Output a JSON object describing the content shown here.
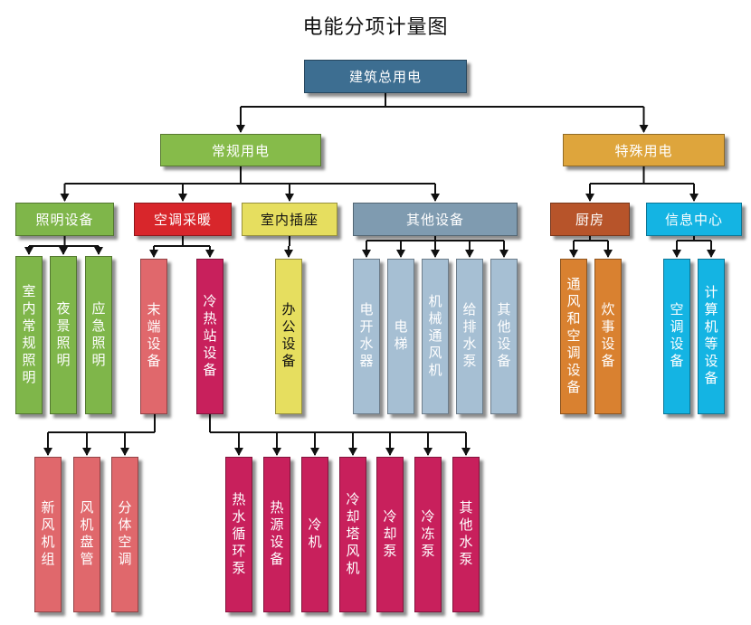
{
  "title": "电能分项计量图",
  "nodes": {
    "root": {
      "label": "建筑总用电",
      "color": "#3d6e91"
    },
    "normal": {
      "label": "常规用电",
      "color": "#86bb4a"
    },
    "special": {
      "label": "特殊用电",
      "color": "#dea53c"
    },
    "lighting": {
      "label": "照明设备",
      "color": "#7fb64a"
    },
    "hvac": {
      "label": "空调采暖",
      "color": "#d8262b"
    },
    "socket": {
      "label": "室内插座",
      "color": "#e6de5f"
    },
    "other_eq": {
      "label": "其他设备",
      "color": "#7f9bb0"
    },
    "kitchen": {
      "label": "厨房",
      "color": "#b7542a"
    },
    "info": {
      "label": "信息中心",
      "color": "#14b4e3"
    },
    "indoor_light": {
      "label": "室内常规照明",
      "color": "#7fb64a"
    },
    "night_light": {
      "label": "夜景照明",
      "color": "#7fb64a"
    },
    "emergency_light": {
      "label": "应急照明",
      "color": "#7fb64a"
    },
    "terminal": {
      "label": "末端设备",
      "color": "#e0686c"
    },
    "cold_heat": {
      "label": "冷热站设备",
      "color": "#c8205c"
    },
    "office": {
      "label": "办公设备",
      "color": "#e6de5f"
    },
    "water_heater": {
      "label": "电开水器",
      "color": "#a6bfd3"
    },
    "elevator": {
      "label": "电梯",
      "color": "#a6bfd3"
    },
    "ventilation": {
      "label": "机械通风机",
      "color": "#a6bfd3"
    },
    "pump": {
      "label": "给排水泵",
      "color": "#a6bfd3"
    },
    "other_dev": {
      "label": "其他设备",
      "color": "#a6bfd3"
    },
    "kitchen_vent": {
      "label": "通风和空调设备",
      "color": "#d98130"
    },
    "cooking": {
      "label": "炊事设备",
      "color": "#d98130"
    },
    "info_ac": {
      "label": "空调设备",
      "color": "#14b4e3"
    },
    "computer": {
      "label": "计算机等设备",
      "color": "#14b4e3"
    },
    "fresh_air": {
      "label": "新风机组",
      "color": "#e0686c"
    },
    "fan_coil": {
      "label": "风机盘管",
      "color": "#e0686c"
    },
    "split_ac": {
      "label": "分体空调",
      "color": "#e0686c"
    },
    "hot_water_pump": {
      "label": "热水循环泵",
      "color": "#c8205c"
    },
    "heat_source": {
      "label": "热源设备",
      "color": "#c8205c"
    },
    "chiller": {
      "label": "冷机",
      "color": "#c8205c"
    },
    "cooling_tower": {
      "label": "冷却塔风机",
      "color": "#c8205c"
    },
    "cooling_pump": {
      "label": "冷却泵",
      "color": "#c8205c"
    },
    "chilled_pump": {
      "label": "冷冻泵",
      "color": "#c8205c"
    },
    "other_pump": {
      "label": "其他水泵",
      "color": "#c8205c"
    }
  },
  "edges": [
    [
      "root",
      "normal"
    ],
    [
      "root",
      "special"
    ],
    [
      "normal",
      "lighting"
    ],
    [
      "normal",
      "hvac"
    ],
    [
      "normal",
      "socket"
    ],
    [
      "normal",
      "other_eq"
    ],
    [
      "special",
      "kitchen"
    ],
    [
      "special",
      "info"
    ],
    [
      "lighting",
      "indoor_light"
    ],
    [
      "lighting",
      "night_light"
    ],
    [
      "lighting",
      "emergency_light"
    ],
    [
      "hvac",
      "terminal"
    ],
    [
      "hvac",
      "cold_heat"
    ],
    [
      "socket",
      "office"
    ],
    [
      "other_eq",
      "water_heater"
    ],
    [
      "other_eq",
      "elevator"
    ],
    [
      "other_eq",
      "ventilation"
    ],
    [
      "other_eq",
      "pump"
    ],
    [
      "other_eq",
      "other_dev"
    ],
    [
      "kitchen",
      "kitchen_vent"
    ],
    [
      "kitchen",
      "cooking"
    ],
    [
      "info",
      "info_ac"
    ],
    [
      "info",
      "computer"
    ],
    [
      "terminal",
      "fresh_air"
    ],
    [
      "terminal",
      "fan_coil"
    ],
    [
      "terminal",
      "split_ac"
    ],
    [
      "cold_heat",
      "hot_water_pump"
    ],
    [
      "cold_heat",
      "heat_source"
    ],
    [
      "cold_heat",
      "chiller"
    ],
    [
      "cold_heat",
      "cooling_tower"
    ],
    [
      "cold_heat",
      "cooling_pump"
    ],
    [
      "cold_heat",
      "chilled_pump"
    ],
    [
      "cold_heat",
      "other_pump"
    ]
  ]
}
